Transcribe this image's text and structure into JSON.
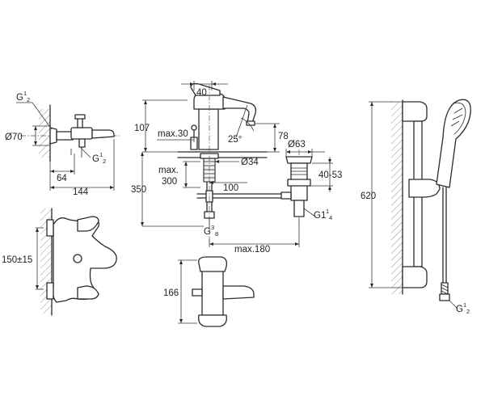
{
  "labels": {
    "dn_g12_top_left": "G",
    "dn_g12_top_left_sup": "1",
    "dn_g12_top_left_sub": "2",
    "dn_d70": "Ø70",
    "dn_g12_body": "G",
    "dn_g12_body_sup": "1",
    "dn_g12_body_sub": "2",
    "dn_64": "64",
    "dn_144": "144",
    "dn_150": "150±15",
    "dn_40": "40",
    "dn_107": "107",
    "dn_max30": "max.30",
    "dn_25deg": "25°",
    "dn_78": "78",
    "dn_d63": "Ø63",
    "dn_d34": "Ø34",
    "dn_max300_a": "max.",
    "dn_max300_b": "300",
    "dn_350": "350",
    "dn_100": "100",
    "dn_4053": "40-53",
    "dn_g38": "G",
    "dn_g38_sup": "3",
    "dn_g38_sub": "8",
    "dn_g114": "G1",
    "dn_g114_sup": "1",
    "dn_g114_sub": "4",
    "dn_max180": "max.180",
    "dn_166": "166",
    "dn_620": "620",
    "dn_g12_right": "G",
    "dn_g12_right_sup": "1",
    "dn_g12_right_sub": "2"
  },
  "parts": [
    "bath-mixer-side-view",
    "bath-mixer-front-view",
    "basin-mixer-side-view",
    "pop-up-waste",
    "tap-top-view",
    "shower-rail-set"
  ]
}
